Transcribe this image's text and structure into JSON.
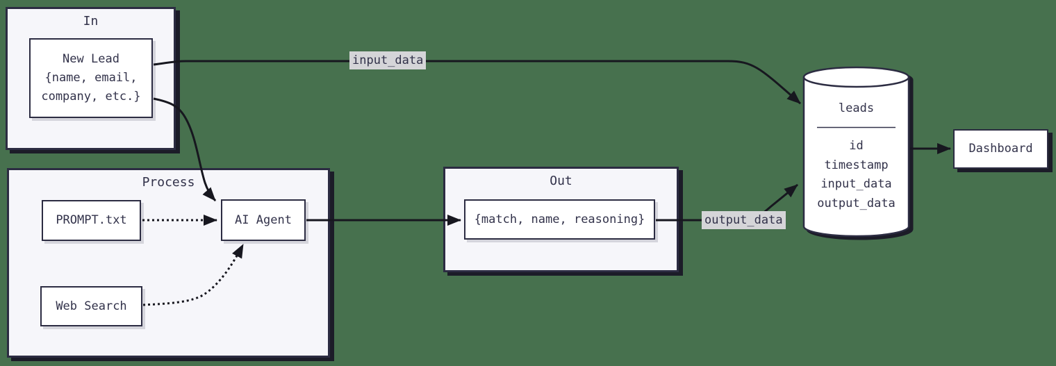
{
  "colors": {
    "background": "#47714e",
    "container_fill": "#f6f6fa",
    "node_fill": "#ffffff",
    "border": "#2c2c42",
    "edge": "#17171f",
    "text": "#32324a",
    "edge_label_bg": "#d5d5d8",
    "shadow_dark": "#1c1c28"
  },
  "containers": {
    "in": {
      "title": "In"
    },
    "process": {
      "title": "Process"
    },
    "out": {
      "title": "Out"
    }
  },
  "nodes": {
    "new_lead": {
      "line1": "New Lead",
      "line2": "{name, email,",
      "line3": "company, etc.}"
    },
    "prompt_file": {
      "label": "PROMPT.txt"
    },
    "ai_agent": {
      "label": "AI Agent"
    },
    "web_search": {
      "label": "Web Search"
    },
    "out_schema": {
      "label": "{match, name, reasoning}"
    },
    "dashboard": {
      "label": "Dashboard"
    }
  },
  "database": {
    "title": "leads",
    "fields": [
      "id",
      "timestamp",
      "input_data",
      "output_data"
    ]
  },
  "edges": {
    "input_label": "input_data",
    "output_label": "output_data"
  }
}
